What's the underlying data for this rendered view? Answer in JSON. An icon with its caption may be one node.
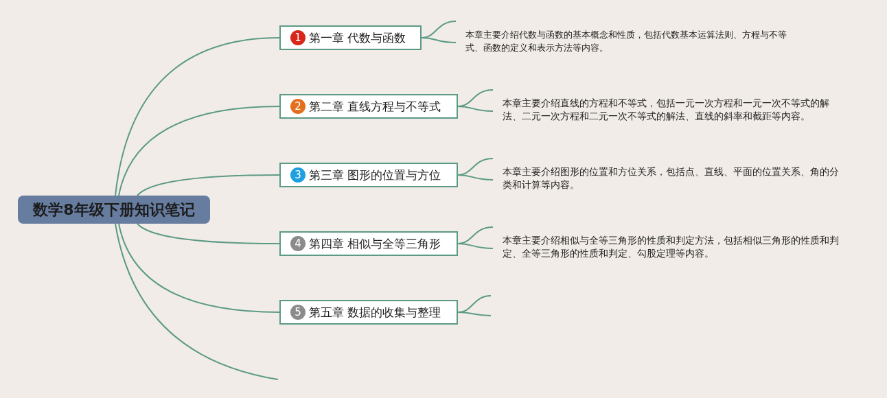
{
  "diagram": {
    "nodes": [
      {
        "text": [
          "数学8年级下册知识笔记"
        ]
      },
      {
        "text": [
          "1",
          "第一章 代数与函数"
        ]
      },
      {
        "text": [
          "2",
          "第二章 直线方程与不等式"
        ]
      },
      {
        "text": [
          "3",
          "第三章 图形的位置与方位"
        ]
      },
      {
        "text": [
          "4",
          "第四章 相似与全等三角形"
        ]
      },
      {
        "text": [
          "5",
          "第五章 数据的收集与整理"
        ]
      },
      {
        "text": [
          "本章主要介绍代数与函数的基本概念和性质，包括代数基本运算法则、方程与不等式、函数的定义和表示方法等内容。"
        ]
      },
      {
        "text": [
          "本章主要介绍直线的方程和不等式，包括一元一次方程和一元一次不等式的解法、二元一次方程和二元一次不等式的解法、直线的斜率和截距等内容。"
        ]
      },
      {
        "text": [
          "本章主要介绍图形的位置和方位关系，包括点、直线、平面的位置关系、角的分类和计算等内容。"
        ]
      },
      {
        "text": [
          "本章主要介绍相似与全等三角形的性质和判定方法，包括相似三角形的性质和判定、全等三角形的性质和判定、勾股定理等内容。"
        ]
      }
    ],
    "edges": [
      {
        "from": 0,
        "to": 1,
        "arrow": "none"
      },
      {
        "from": 0,
        "to": 2,
        "arrow": "none"
      },
      {
        "from": 0,
        "to": 3,
        "arrow": "none"
      },
      {
        "from": 0,
        "to": 4,
        "arrow": "none"
      },
      {
        "from": 0,
        "to": 5,
        "arrow": "none"
      },
      {
        "from": 0,
        "to": null,
        "arrow": "none"
      },
      {
        "from": 1,
        "to": 6,
        "arrow": "none"
      },
      {
        "from": 1,
        "to": 6,
        "arrow": "none"
      },
      {
        "from": 2,
        "to": 7,
        "arrow": "none"
      },
      {
        "from": 2,
        "to": 7,
        "arrow": "none"
      },
      {
        "from": 3,
        "to": 8,
        "arrow": "none"
      },
      {
        "from": 3,
        "to": 8,
        "arrow": "none"
      },
      {
        "from": 4,
        "to": 9,
        "arrow": "none"
      },
      {
        "from": 4,
        "to": 9,
        "arrow": "none"
      },
      {
        "from": 5,
        "to": null,
        "arrow": "none"
      },
      {
        "from": 5,
        "to": null,
        "arrow": "none"
      }
    ]
  }
}
